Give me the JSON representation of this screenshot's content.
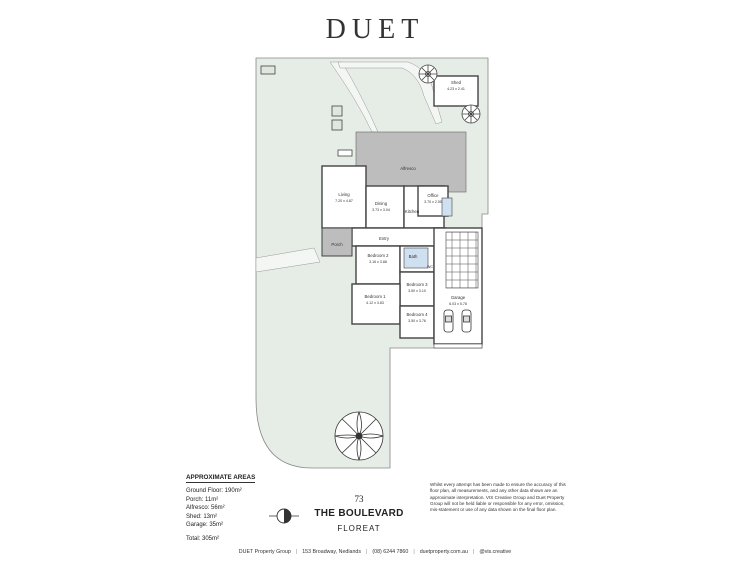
{
  "brand": "DUET",
  "rooms": {
    "shed": {
      "name": "Shed",
      "dims": "4.23 x 2.41"
    },
    "alfresco": {
      "name": "Alfresco"
    },
    "living": {
      "name": "Living",
      "dims": "7.20 x 4.87"
    },
    "dining": {
      "name": "Dining",
      "dims": "3.73 x 3.04"
    },
    "office": {
      "name": "Office",
      "dims": "3.70 x 2.55"
    },
    "kitchen": {
      "name": "Kitchen"
    },
    "entry": {
      "name": "Entry"
    },
    "porch": {
      "name": "Porch"
    },
    "bedroom2": {
      "name": "Bedroom 2",
      "dims": "3.16 x 3.88"
    },
    "bath": {
      "name": "Bath"
    },
    "wc": {
      "name": "WC"
    },
    "bedroom3": {
      "name": "Bedroom 3",
      "dims": "3.50 x 3.10"
    },
    "bedroom1": {
      "name": "Bedroom 1",
      "dims": "4.12 x 3.83"
    },
    "garage": {
      "name": "Garage",
      "dims": "6.03 x 5.78"
    },
    "bedroom4": {
      "name": "Bedroom 4",
      "dims": "3.50 x 3.76"
    }
  },
  "areas": {
    "heading": "APPROXIMATE AREAS",
    "items": [
      "Ground Floor: 190m²",
      "Porch: 11m²",
      "Alfresco: 56m²",
      "Shed: 13m²",
      "Garage: 35m²"
    ],
    "total": "Total: 305m²"
  },
  "address": {
    "number": "73",
    "street": "THE BOULEVARD",
    "suburb": "FLOREAT"
  },
  "disclaimer": "Whilst every attempt has been made to ensure the accuracy of this floor plan, all measurements, and any other data shown are an approximate interpretation. VIS Creative Group and Duet Property Group will not be held liable or responsible for any error, omission, mis-statement or use of any data shown on the final floor plan.",
  "footer": {
    "company": "DUET Property Group",
    "address": "153 Broadway, Nedlands",
    "phone": "(08) 6244 7860",
    "website": "duetproperty.com.au",
    "social": "@vis.creative"
  },
  "colors": {
    "lawn": "#e6ede6",
    "paving": "#bdbdbd",
    "wall": "#444444",
    "wet": "#cfe0f0"
  }
}
